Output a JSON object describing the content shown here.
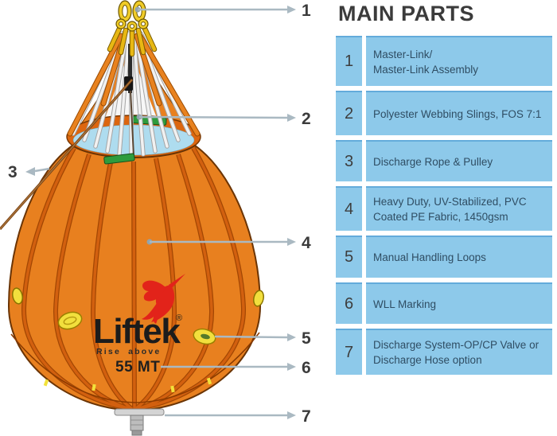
{
  "title": "MAIN PARTS",
  "table": {
    "rows": [
      {
        "num": "1",
        "text": "Master-Link/\nMaster-Link Assembly"
      },
      {
        "num": "2",
        "text": "Polyester Webbing Slings, FOS 7:1"
      },
      {
        "num": "3",
        "text": "Discharge Rope & Pulley"
      },
      {
        "num": "4",
        "text": "Heavy Duty, UV-Stabilized, PVC\nCoated PE Fabric, 1450gsm"
      },
      {
        "num": "5",
        "text": "Manual Handling Loops"
      },
      {
        "num": "6",
        "text": "WLL Marking"
      },
      {
        "num": "7",
        "text": "Discharge System-OP/CP Valve or\nDischarge Hose option"
      }
    ]
  },
  "diagram": {
    "brand": "Liftek",
    "registered_mark": "®",
    "tagline": "Rise above",
    "wll_marking": "55 MT",
    "callouts": [
      {
        "number": "1"
      },
      {
        "number": "2"
      },
      {
        "number": "3"
      },
      {
        "number": "4"
      },
      {
        "number": "5"
      },
      {
        "number": "6"
      },
      {
        "number": "7"
      }
    ]
  },
  "colors": {
    "bag_orange": "#E8801F",
    "seam_orange": "#C85A10",
    "rim_orange": "#DC660F",
    "water_blue": "#AEDCEF",
    "hardware_yellow": "#F0CC28",
    "loop_yellow": "#F2DF3D",
    "patch_green": "#2E9C3D",
    "logo_red": "#E2231A",
    "rope_brown": "#8A5222",
    "table_row_blue": "#8DC9EA",
    "callout_gray": "#AAB9C2",
    "text_dark": "#2F4D63"
  }
}
